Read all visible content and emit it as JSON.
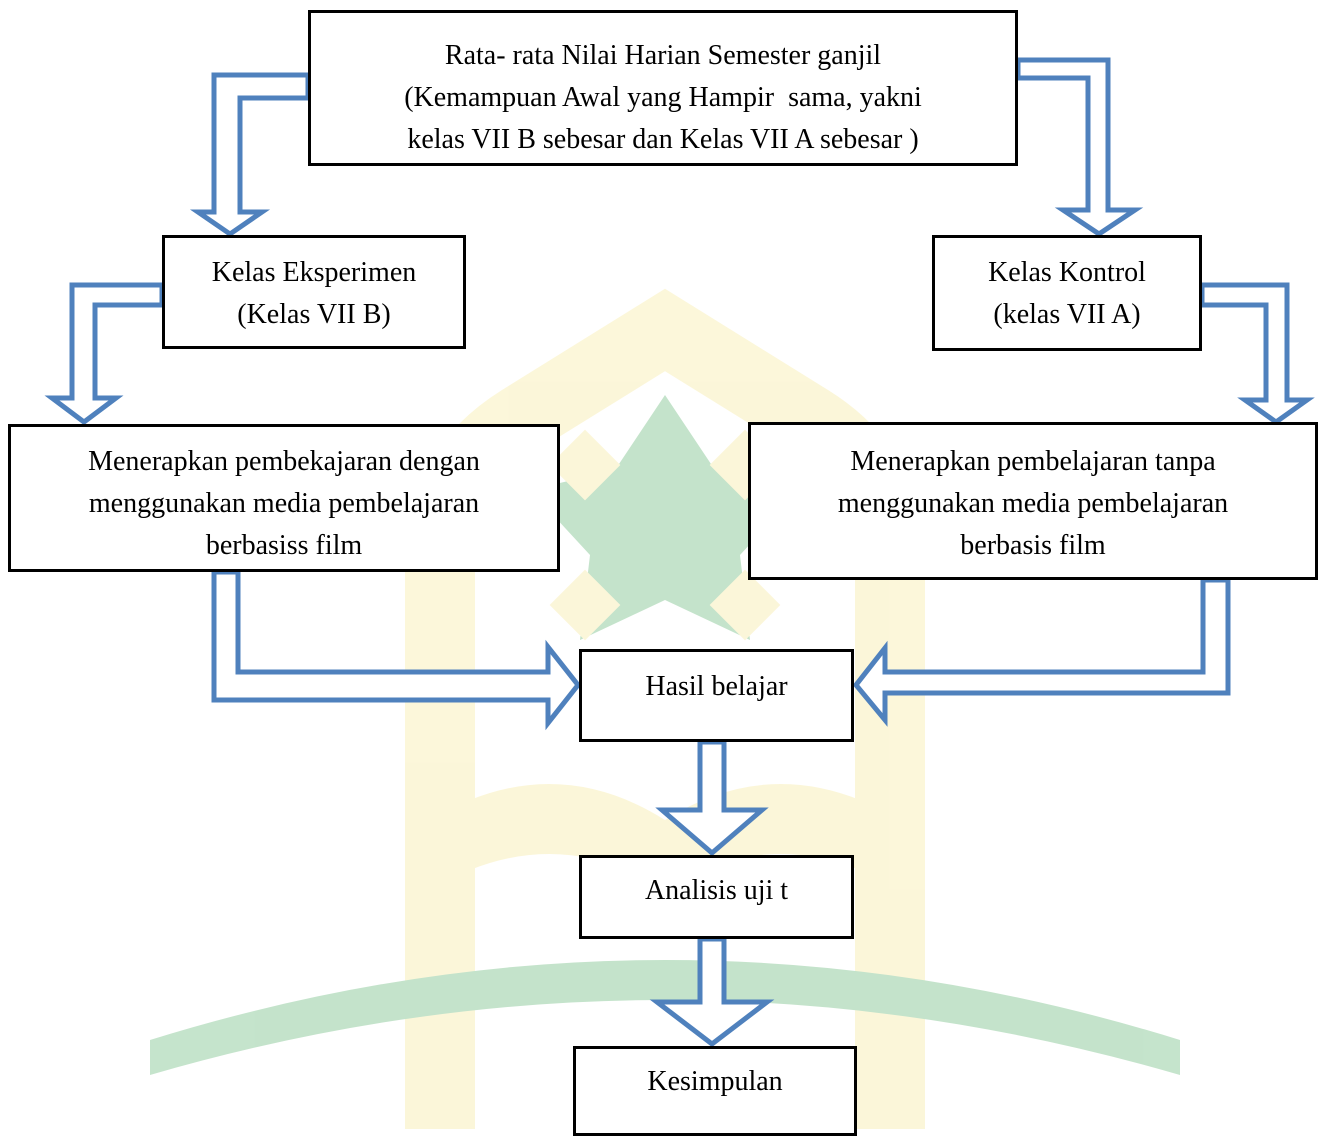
{
  "colors": {
    "arrow_stroke": "#4f81bd",
    "arrow_fill": "#ffffff",
    "box_border": "#000000",
    "watermark_green": "#2e9e48",
    "watermark_yellow": "#f3e27a"
  },
  "watermark": {
    "kind": "institution-logo-watermark"
  },
  "boxes": {
    "top": {
      "line1": "Rata- rata Nilai Harian Semester ganjil",
      "line2": "(Kemampuan Awal yang Hampir  sama, yakni",
      "line3": "kelas VII B sebesar dan Kelas VII A sebesar )"
    },
    "experiment_class": {
      "line1": "Kelas Eksperimen",
      "line2": "(Kelas VII B)"
    },
    "control_class": {
      "line1": "Kelas Kontrol",
      "line2": "(kelas VII A)"
    },
    "experiment_method": {
      "line1": "Menerapkan pembekajaran dengan",
      "line2": "menggunakan media pembelajaran",
      "line3": "berbasiss film"
    },
    "control_method": {
      "line1": "Menerapkan pembelajaran tanpa",
      "line2": "menggunakan media pembelajaran",
      "line3": "berbasis film"
    },
    "result": {
      "label": "Hasil belajar"
    },
    "analysis": {
      "label": "Analisis uji t"
    },
    "conclusion": {
      "label": "Kesimpulan"
    }
  }
}
